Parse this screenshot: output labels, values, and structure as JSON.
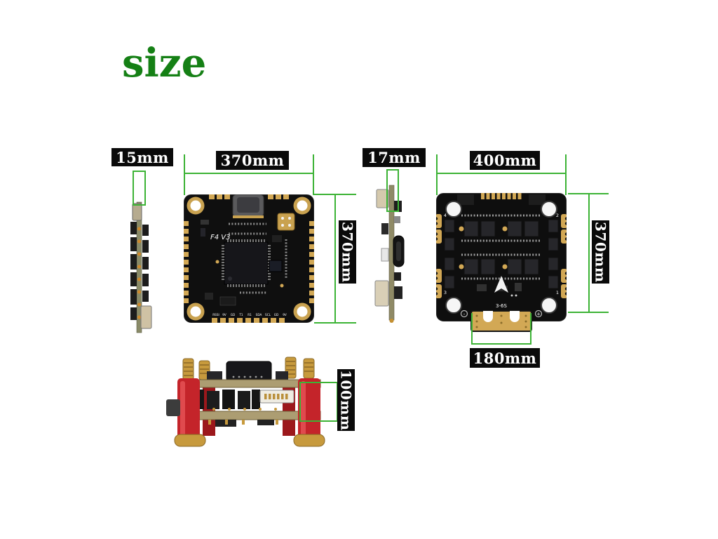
{
  "title": "size",
  "colors": {
    "accent_green": "#3cb335",
    "title_green": "#158015",
    "label_bg": "#0a0a0a",
    "label_text": "#ffffff",
    "pcb_black": "#0f0f0f",
    "pad_gold": "#d2a855",
    "standoff_red": "#c4242a"
  },
  "labels": {
    "fc_side_width": "15mm",
    "fc_width": "370mm",
    "fc_height": "370mm",
    "esc_side_width": "17mm",
    "esc_width": "400mm",
    "esc_height": "370mm",
    "esc_tab_width": "180mm",
    "stack_height": "100mm"
  },
  "fc_board": {
    "silkscreen_model": "F4 V3",
    "pin_labels": [
      "RSSI",
      "9V",
      "GD",
      "T1",
      "R1",
      "SDA",
      "SCL",
      "GD",
      "9V"
    ]
  },
  "esc_board": {
    "voltage_rating": "3-6S",
    "corner_numbers": [
      "4",
      "2",
      "3",
      "1"
    ],
    "polarity_negative": "-",
    "polarity_positive": "+"
  }
}
